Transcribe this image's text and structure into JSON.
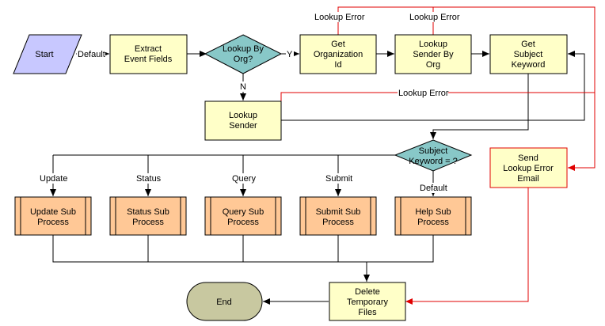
{
  "nodes": {
    "start": {
      "text": "Start"
    },
    "extract": {
      "lines": [
        "Extract",
        "Event Fields"
      ]
    },
    "lookup_by_org": {
      "lines": [
        "Lookup By",
        "Org?"
      ]
    },
    "get_org_id": {
      "lines": [
        "Get",
        "Organization",
        "Id"
      ]
    },
    "lookup_sender_by_org": {
      "lines": [
        "Lookup",
        "Sender By",
        "Org"
      ]
    },
    "get_subject_keyword": {
      "lines": [
        "Get",
        "Subject",
        "Keyword"
      ]
    },
    "lookup_sender": {
      "lines": [
        "Lookup",
        "Sender"
      ]
    },
    "subject_keyword": {
      "lines": [
        "Subject",
        "Keyword = ?"
      ]
    },
    "send_lookup_error": {
      "lines": [
        "Send",
        "Lookup Error",
        "Email"
      ]
    },
    "update_sub": {
      "lines": [
        "Update Sub",
        "Process"
      ]
    },
    "status_sub": {
      "lines": [
        "Status Sub",
        "Process"
      ]
    },
    "query_sub": {
      "lines": [
        "Query Sub",
        "Process"
      ]
    },
    "submit_sub": {
      "lines": [
        "Submit Sub",
        "Process"
      ]
    },
    "help_sub": {
      "lines": [
        "Help Sub",
        "Process"
      ]
    },
    "delete_temp": {
      "lines": [
        "Delete",
        "Temporary",
        "Files"
      ]
    },
    "end": {
      "text": "End"
    }
  },
  "edge_labels": {
    "default_start": "Default",
    "yes": "Y",
    "no": "N",
    "lookup_error_1": "Lookup Error",
    "lookup_error_2": "Lookup Error",
    "lookup_error_3": "Lookup Error",
    "update": "Update",
    "status": "Status",
    "query": "Query",
    "submit": "Submit",
    "default_help": "Default"
  },
  "colors": {
    "process_fill": "#ffffc8",
    "decision_fill": "#88c8c8",
    "start_fill": "#c8c8ff",
    "subprocess_fill": "#ffc896",
    "end_fill": "#c8c8a0",
    "error_line": "#e00000",
    "line": "#000000"
  }
}
